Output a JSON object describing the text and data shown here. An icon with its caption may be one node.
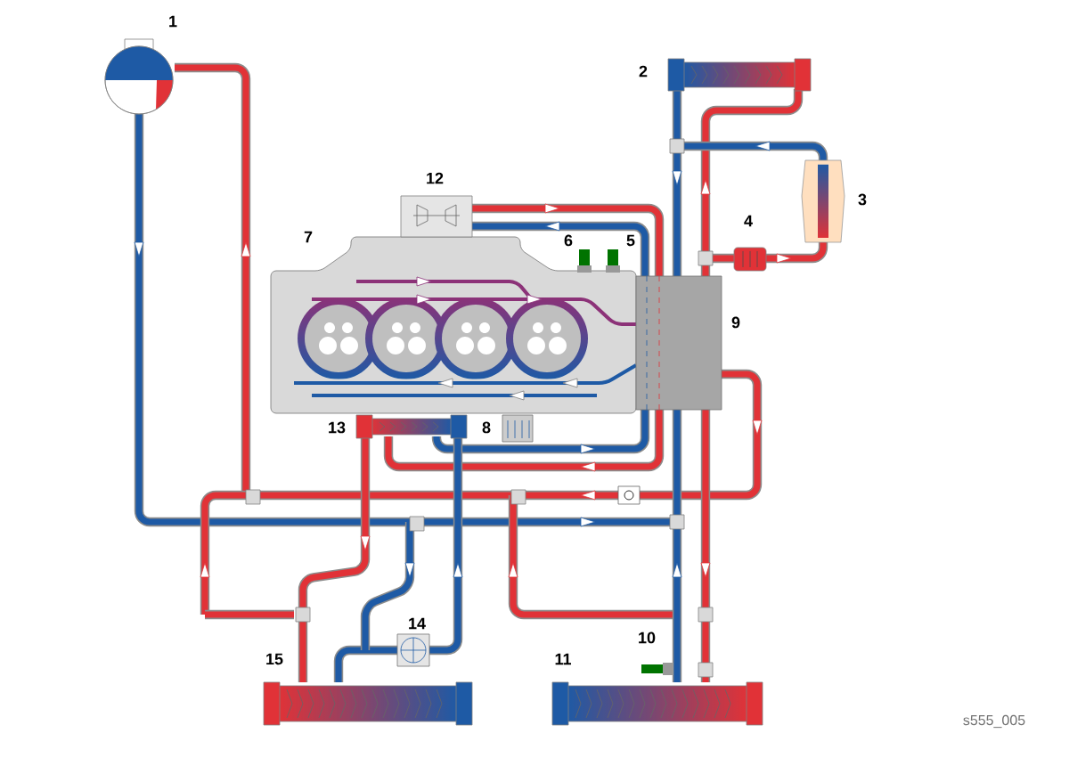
{
  "diagram": {
    "labels": [
      "1",
      "2",
      "12",
      "3",
      "4",
      "7",
      "6",
      "5",
      "9",
      "13",
      "8",
      "14",
      "10",
      "15",
      "11",
      "s555_005"
    ]
  }
}
